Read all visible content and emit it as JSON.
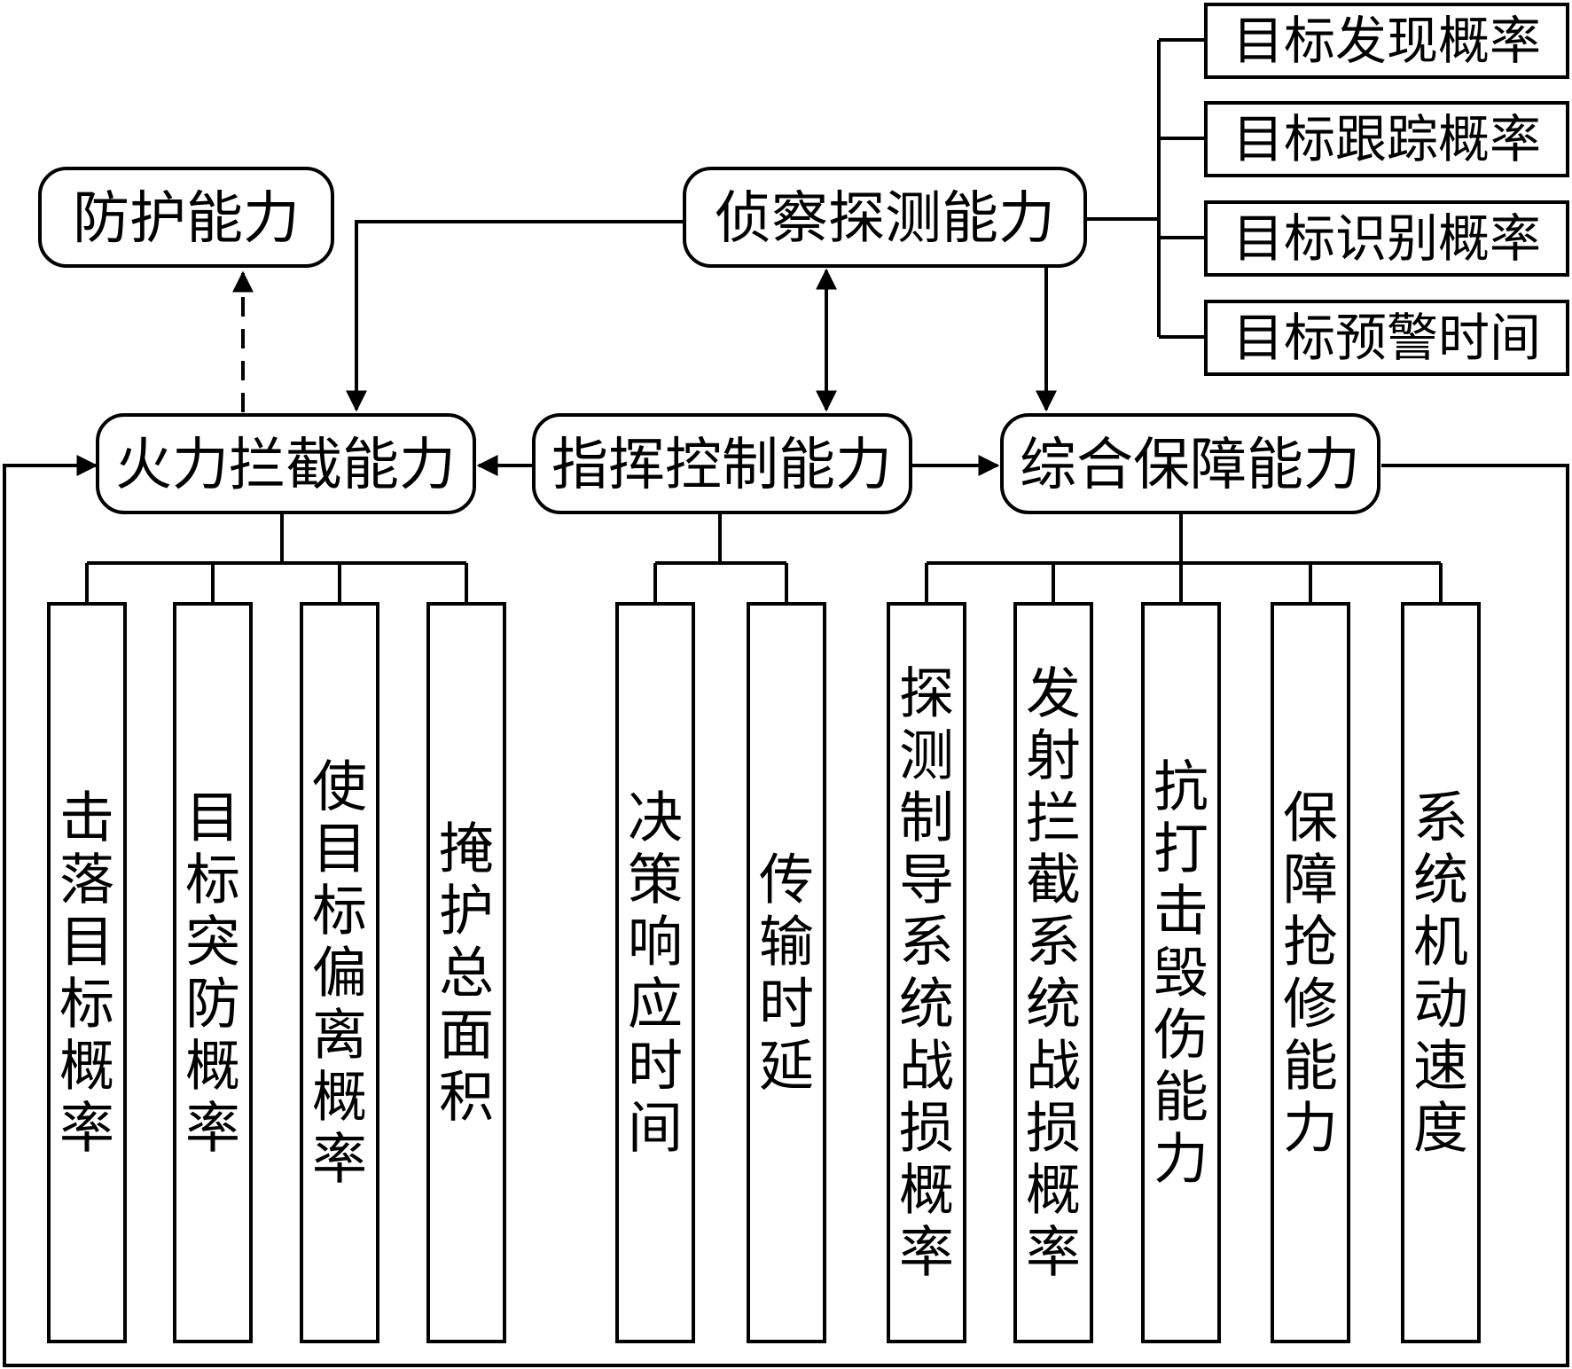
{
  "nodes": {
    "defense": "防护能力",
    "recon": "侦察探测能力",
    "fire": "火力拦截能力",
    "command": "指挥控制能力",
    "support": "综合保障能力"
  },
  "recon_indicators": [
    "目标发现概率",
    "目标跟踪概率",
    "目标识别概率",
    "目标预警时间"
  ],
  "fire_indicators": [
    "击落目标概率",
    "目标突防概率",
    "使目标偏离概率",
    "掩护总面积"
  ],
  "command_indicators": [
    "决策响应时间",
    "传输时延"
  ],
  "support_indicators": [
    "探测制导系统战损概率",
    "发射拦截系统战损概率",
    "抗打击毁伤能力",
    "保障抢修能力",
    "系统机动速度"
  ],
  "colors": {
    "stroke": "#000000",
    "fill": "#ffffff",
    "text": "#000000"
  }
}
